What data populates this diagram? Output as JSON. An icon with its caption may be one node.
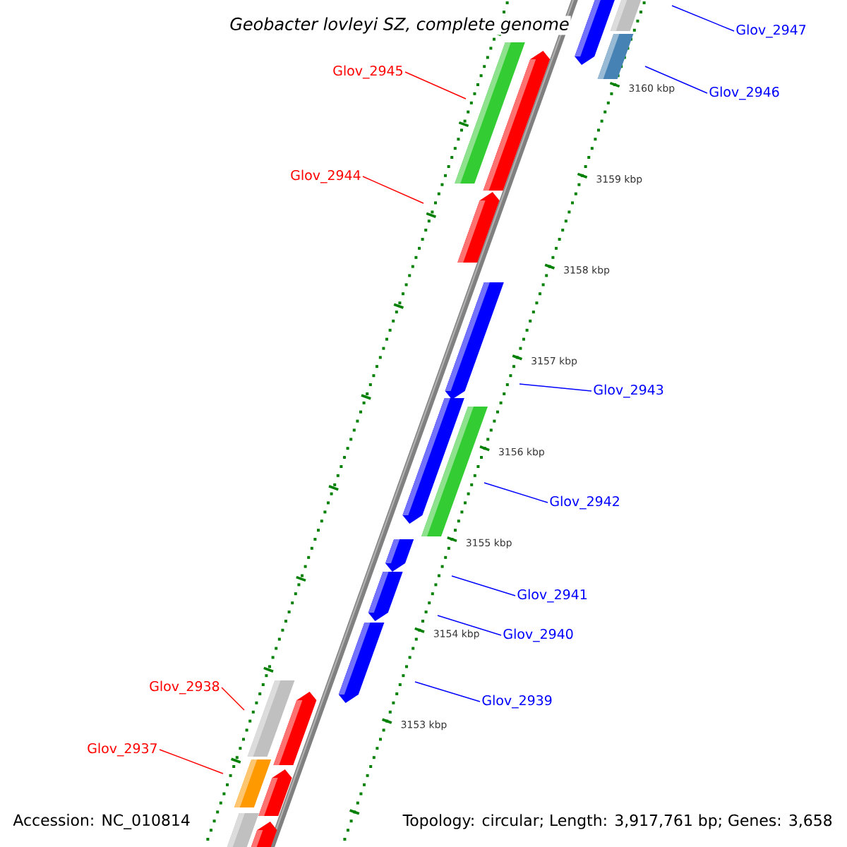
{
  "diagram": {
    "title": "Geobacter lovleyi SZ, complete genome",
    "nodes": [
      {
        "text": [
          "Glov_2947"
        ]
      },
      {
        "text": [
          "Glov_2945"
        ]
      },
      {
        "text": [
          "Glov_2946"
        ]
      },
      {
        "text": [
          "Glov_2944"
        ]
      },
      {
        "text": [
          "Glov_2943"
        ]
      },
      {
        "text": [
          "Glov_2942"
        ]
      },
      {
        "text": [
          "Glov_2941"
        ]
      },
      {
        "text": [
          "Glov_2940"
        ]
      },
      {
        "text": [
          "Glov_2939"
        ]
      },
      {
        "text": [
          "Glov_2938"
        ]
      },
      {
        "text": [
          "Glov_2937"
        ]
      }
    ],
    "edges": [
      {
        "from": 0,
        "to": null,
        "arrow": "none"
      },
      {
        "from": 1,
        "to": null,
        "arrow": "none",
        "color": "#ff0000"
      },
      {
        "from": 2,
        "to": null,
        "arrow": "none"
      },
      {
        "from": 3,
        "to": null,
        "arrow": "none",
        "color": "#ff0000"
      },
      {
        "from": 4,
        "to": null,
        "arrow": "none"
      },
      {
        "from": 5,
        "to": null,
        "arrow": "none"
      },
      {
        "from": 6,
        "to": null,
        "arrow": "none"
      },
      {
        "from": 7,
        "to": null,
        "arrow": "none"
      },
      {
        "from": 8,
        "to": null,
        "arrow": "none"
      },
      {
        "from": 9,
        "to": null,
        "arrow": "none",
        "color": "#ff0000"
      },
      {
        "from": 10,
        "to": null,
        "arrow": "none",
        "color": "#ff0000"
      }
    ],
    "labels": [
      "3160 kbp",
      "3159 kbp",
      "3158 kbp",
      "3157 kbp",
      "3156 kbp",
      "3155 kbp",
      "3154 kbp",
      "3153 kbp",
      "Accession: NC_010814",
      "Topology: circular; Length: 3,917,761 bp; Genes: 3,658"
    ]
  }
}
